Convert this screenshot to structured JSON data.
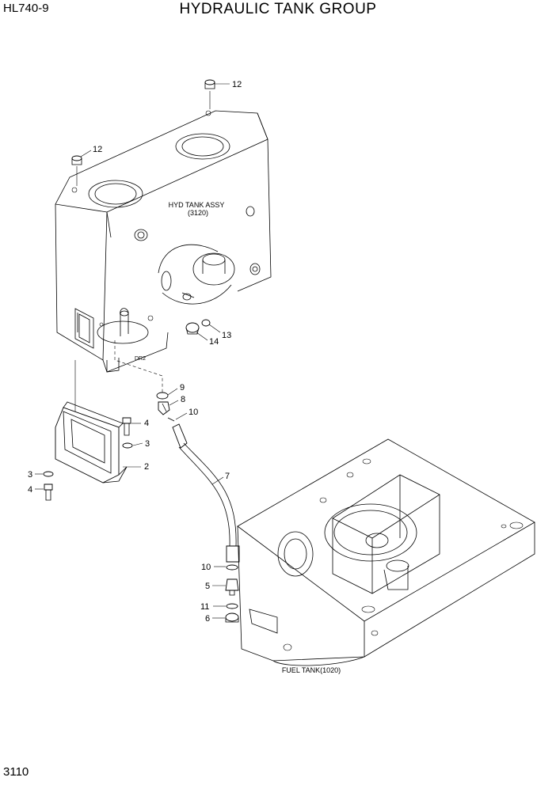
{
  "header": {
    "model": "HL740-9",
    "title": "HYDRAULIC TANK GROUP"
  },
  "footer": {
    "page_number": "3110"
  },
  "captions": {
    "hyd_tank_name": "HYD TANK ASSY",
    "hyd_tank_ref": "(3120)",
    "fuel_tank": "FUEL TANK(1020)",
    "dr2": "DR2"
  },
  "callouts": {
    "c12a": "12",
    "c12b": "12",
    "c13": "13",
    "c14": "14",
    "c9": "9",
    "c8": "8",
    "c10a": "10",
    "c4a": "4",
    "c3a": "3",
    "c2": "2",
    "c3b": "3",
    "c4b": "4",
    "c7": "7",
    "c10b": "10",
    "c5": "5",
    "c11": "11",
    "c6": "6"
  }
}
